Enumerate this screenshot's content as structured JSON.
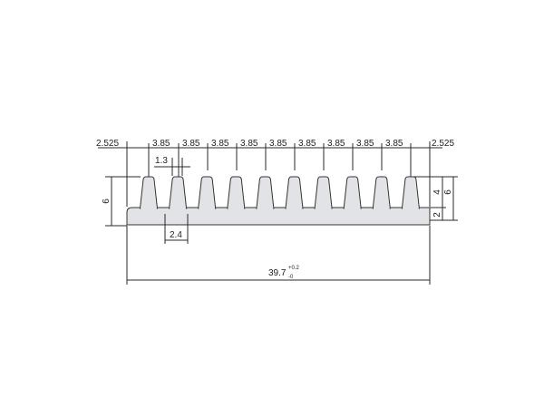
{
  "colors": {
    "profile_fill": "#e2e3e6",
    "profile_stroke": "#333333",
    "line": "#2a2a2a",
    "text": "#222222"
  },
  "profile": {
    "fin_count": 10
  },
  "dimensions": {
    "edge_left": "2.525",
    "edge_right": "2.525",
    "pitch": [
      "3.85",
      "3.85",
      "3.85",
      "3.85",
      "3.85",
      "3.85",
      "3.85",
      "3.85",
      "3.85"
    ],
    "fin_tip_width": "1.3",
    "fin_gap": "2.4",
    "total_height_left": "6",
    "fin_height": "4",
    "base_thickness": "2",
    "total_height_right": "6",
    "overall_width": "39.7",
    "tol_plus": "+0.2",
    "tol_minus": "-0"
  }
}
